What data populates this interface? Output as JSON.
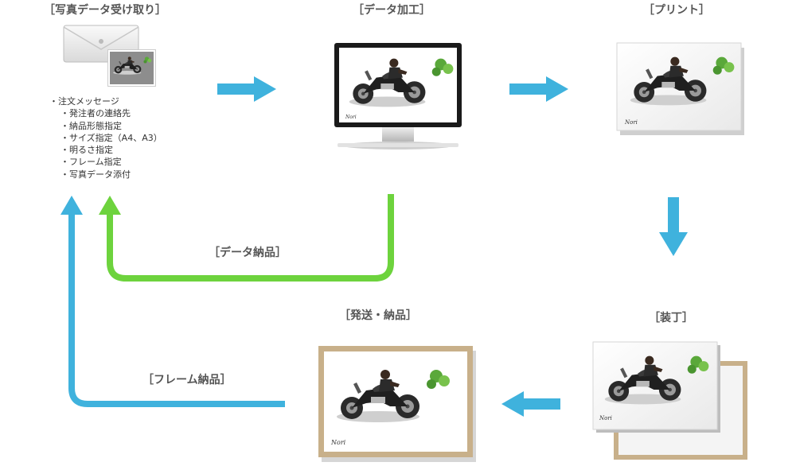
{
  "steps": {
    "receive": "写真データ受け取り",
    "edit": "データ加工",
    "print": "プリント",
    "mount": "装丁",
    "ship": "発送・納品"
  },
  "returns": {
    "data": "データ納品",
    "frame": "フレーム納品"
  },
  "order_message": {
    "title": "注文メッセージ",
    "items": [
      "発注者の連絡先",
      "納品形態指定",
      "サイズ指定（A4、A3）",
      "明るさ指定",
      "フレーム指定",
      "写真データ添付"
    ]
  },
  "signature": "Nori",
  "colors": {
    "flow_arrow": "#3fb2dd",
    "data_return": "#6dd33d",
    "frame_return": "#3fb2dd",
    "frame_wood": "#c8b08a",
    "monitor": "#1a1a1a"
  }
}
